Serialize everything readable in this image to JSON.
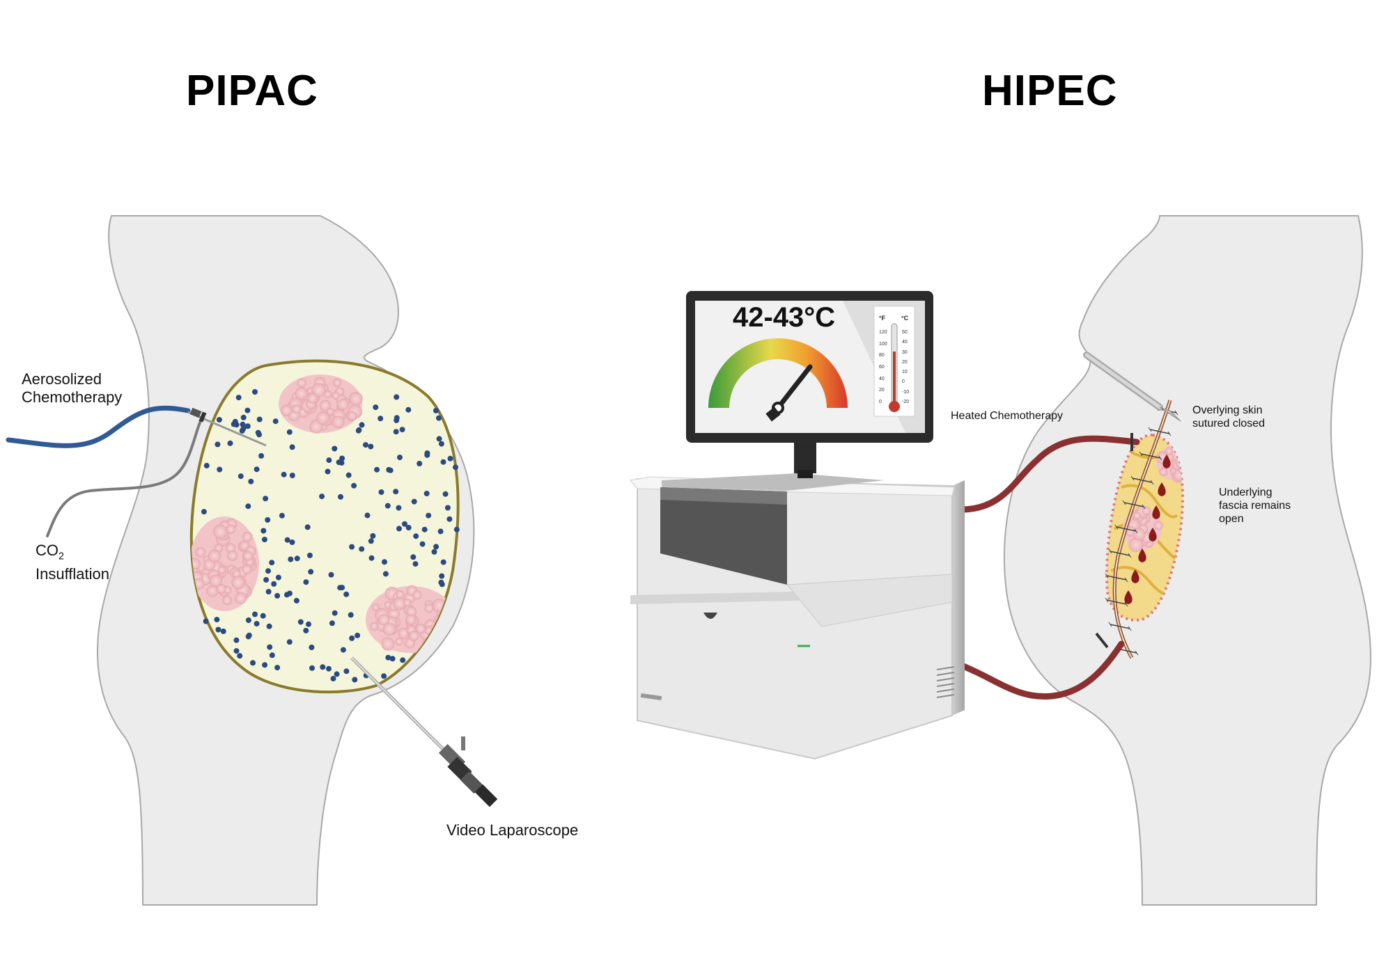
{
  "titles": {
    "left": "PIPAC",
    "right": "HIPEC"
  },
  "pipac": {
    "aerosolized_chemo_line1": "Aerosolized",
    "aerosolized_chemo_line2": "Chemotherapy",
    "co2_prefix": "CO",
    "co2_sub": "2",
    "insufflation": "Insufflation",
    "laparoscope": "Video Laparoscope"
  },
  "hipec": {
    "heated_chemo": "Heated Chemotherapy",
    "skin_line1": "Overlying skin",
    "skin_line2": "sutured closed",
    "fascia_line1": "Underlying",
    "fascia_line2": "fascia remains",
    "fascia_line3": "open",
    "temperature": "42-43°C",
    "therm_f": "°F",
    "therm_c": "°C",
    "therm_f_ticks": [
      "120",
      "100",
      "80",
      "60",
      "40",
      "20",
      "0"
    ],
    "therm_c_ticks": [
      "50",
      "40",
      "30",
      "20",
      "10",
      "0",
      "-10",
      "-20"
    ]
  },
  "colors": {
    "body_fill": "#ececec",
    "body_stroke": "#a8a8a8",
    "cavity_fill": "#f5f5dc",
    "cavity_stroke": "#8a7a2a",
    "tumor": "#f2c4c8",
    "particle": "#2a4a80",
    "tube_blue": "#2f5a94",
    "tube_red": "#8b3030",
    "blood": "#8b1a1a"
  }
}
